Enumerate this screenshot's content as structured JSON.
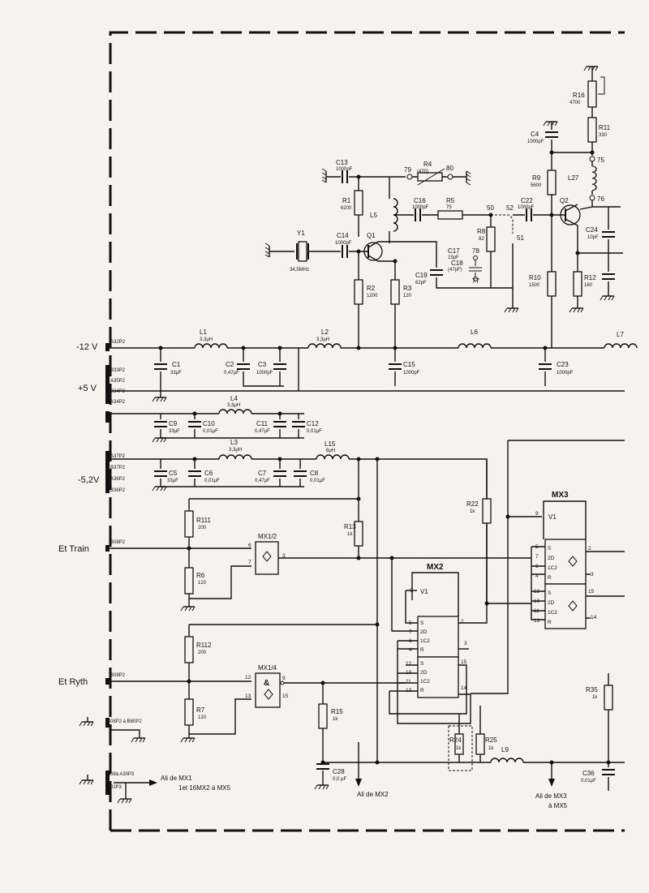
{
  "connectors": {
    "c_a32p2": "A32P2",
    "c_b33p2": "B33P2",
    "c_a35p2": "A35P2",
    "c_b34p2": "B34P2",
    "c_a34p2": "A34P2",
    "c_a37p2": "A37P2",
    "c_b37p2": "B37P2",
    "c_a36p2": "A36P2",
    "c_b36p2": "B36P2",
    "c_b08p2": "B08P2",
    "c_b09p2": "B09P2",
    "c_b08_b80": "B08P2 à B80P2",
    "c_a08_a30": "A08à A30P3",
    "c_b02p3": "B02P3"
  },
  "external_labels": {
    "v_m12": "-12 V",
    "v_p5": "+5 V",
    "v_m52": "-5,2V",
    "et_train": "Et Train",
    "et_ryth": "Et Ryth",
    "ali_mx1": "Ali de MX1",
    "ali_mx1_b": "1et 16MX2 à MX5",
    "ali_mx2": "Ali de MX2",
    "ali_mx3": "Ali de MX3",
    "ali_mx3_b": "à MX5"
  },
  "components": {
    "r16": "R16",
    "r16_v": "4700",
    "r11": "R11",
    "r11_v": "330",
    "c4": "C4",
    "c4_v": "1000pF",
    "r9": "R9",
    "r9_v": "5600",
    "l27": "L27",
    "q2": "Q2",
    "c24": "C24",
    "c24_v": "10pF",
    "r10": "R10",
    "r10_v": "1500",
    "r12": "R12",
    "r12_v": "160",
    "c13": "C13",
    "c13_v": "1000pF",
    "r4": "R4",
    "r4_v": "(470)",
    "r1": "R1",
    "r1_v": "6200",
    "l5": "L5",
    "c16": "C16",
    "c16_v": "1000pF",
    "r5": "R5",
    "r5_v": "75",
    "c22": "C22",
    "c22_v": "1000pF",
    "r8": "R8",
    "r8_v": "82",
    "y1": "Y1",
    "y1_v": "34,5MHz",
    "c14": "C14",
    "c14_v": "1000pF",
    "q1": "Q1",
    "c17": "C17",
    "c17_v": "15pF",
    "c18": "C18",
    "c18_v": "(47pF)",
    "c19": "C19",
    "c19_v": "62pF",
    "r2": "R2",
    "r2_v": "1200",
    "r3": "R3",
    "r3_v": "120",
    "l1": "L1",
    "l1_v": "3,3µH",
    "l2": "L2",
    "l2_v": "3,3µH",
    "l6": "L6",
    "l7": "L7",
    "c1": "C1",
    "c1_v": "33µF",
    "c2": "C2",
    "c2_v": "0,47µF",
    "c3": "C3",
    "c3_v": "1000pF",
    "c15": "C15",
    "c15_v": "1000pF",
    "c23": "C23",
    "c23_v": "1000pF",
    "l4": "L4",
    "l4_v": "3,3µH",
    "c9": "C9",
    "c9_v": "33µF",
    "c10": "C10",
    "c10_v": "0,01µF",
    "c11": "C11",
    "c11_v": "0,47µF",
    "c12": "C12",
    "c12_v": "0,01µF",
    "l3": "L3",
    "l3_v": "3,3µH",
    "l15": "L15",
    "l15_v": "6µH",
    "c5": "C5",
    "c5_v": "33µF",
    "c6": "C6",
    "c6_v": "0,01µF",
    "c7": "C7",
    "c7_v": "0,47µF",
    "c8": "C8",
    "c8_v": "0,01µF",
    "r111": "R111",
    "r111_v": "200",
    "r6": "R6",
    "r6_v": "120",
    "r13": "R13",
    "r13_v": "1k",
    "r22": "R22",
    "r22_v": "1k",
    "r112": "R112",
    "r112_v": "200",
    "r7": "R7",
    "r7_v": "120",
    "r15": "R15",
    "r15_v": "1k",
    "c28": "C28",
    "c28_v": "0,0 µF",
    "r24": "R24",
    "r24_v": "1k",
    "r25": "R25",
    "r25_v": "1k",
    "l9": "L9",
    "r35": "R35",
    "r35_v": "1k",
    "c36": "C36",
    "c36_v": "0,01µF"
  },
  "chips": {
    "mx1_2": "MX1/2",
    "mx1_4": "MX1/4",
    "mx2": "MX2",
    "mx3": "MX3",
    "amp": "&",
    "v1": "V1",
    "s": "S",
    "2d": "2D",
    "1c2": "1C2",
    "r": "R",
    "p_6": "6",
    "p_7": "7",
    "p_3": "3",
    "p_12": "12",
    "p_13": "13",
    "p_9": "9",
    "p_15": "15",
    "p_5": "5",
    "p_4": "4",
    "p_2": "2",
    "p_10": "10",
    "p_11": "11",
    "p_14": "14"
  },
  "nodes": {
    "n79": "79",
    "n80": "80",
    "n50": "50",
    "n51": "51",
    "n52": "52",
    "n75": "75",
    "n76": "76",
    "n77": "77",
    "n78": "78"
  }
}
